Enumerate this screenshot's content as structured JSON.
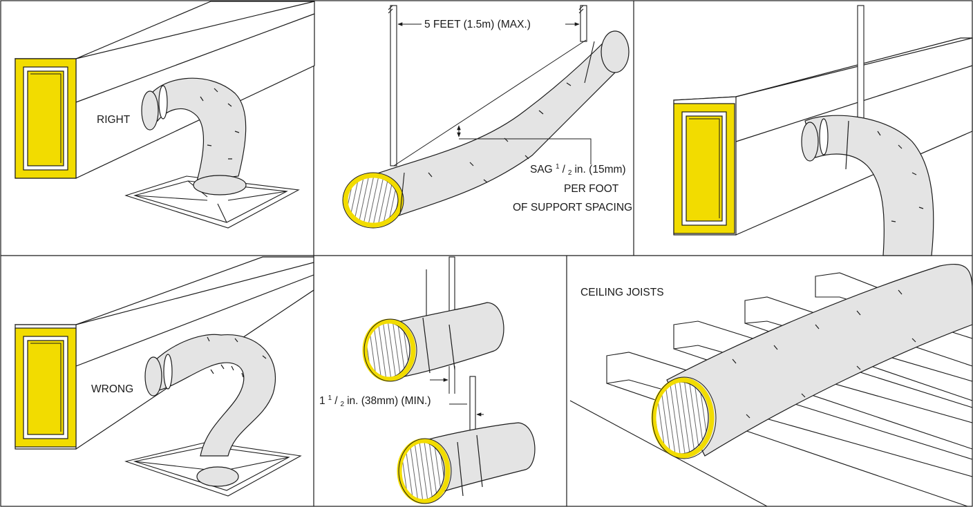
{
  "labels": {
    "right": "RIGHT",
    "wrong": "WRONG",
    "spacing_max": "5 FEET (1.5m) (MAX.)",
    "sag_prefix": "SAG ",
    "sag_num": "1",
    "sag_den": "2",
    "sag_suffix": " in. (15mm)",
    "per_foot": "PER FOOT",
    "support_spacing": "OF SUPPORT SPACING",
    "gap_whole": "1",
    "gap_num": "1",
    "gap_den": "2",
    "gap_suffix": " in. (38mm) (MIN.)",
    "ceiling_joists": "CEILING JOISTS"
  },
  "colors": {
    "duct_yellow": "#f2dc00",
    "duct_face": "#ffffff",
    "jacket": "#e4e4e4",
    "line": "#1a1a1a"
  }
}
